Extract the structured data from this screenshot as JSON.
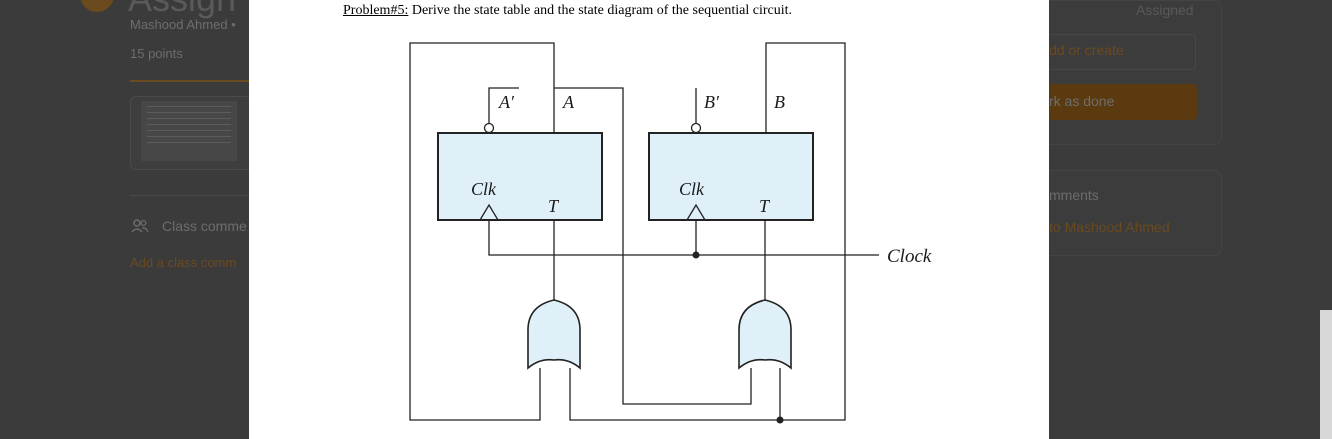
{
  "background": {
    "author": "Mashood Ahmed •",
    "points": "15 points",
    "class_comments": "Class comme",
    "add_class_comment": "Add a class comm",
    "status": "Assigned",
    "add_or_create": "dd or create",
    "mark_as_done": "rk as done",
    "private_comments": "mments",
    "private_comment_link": "to Mashood Ahmed"
  },
  "document": {
    "problem_label": "Problem#5:",
    "problem_text": " Derive the state table and the state diagram of the sequential circuit.",
    "circuit": {
      "ff_a_out_neg": "A′",
      "ff_a_out": "A",
      "ff_b_out_neg": "B′",
      "ff_b_out": "B",
      "clk_label_a": "Clk",
      "clk_label_b": "Clk",
      "t_label_a": "T",
      "t_label_b": "T",
      "clock_label": "Clock"
    }
  },
  "colors": {
    "ff_fill": "#dff0f9",
    "gate_fill": "#dff0f9",
    "wire": "#222222",
    "accent_dim": "#6a4a20"
  }
}
